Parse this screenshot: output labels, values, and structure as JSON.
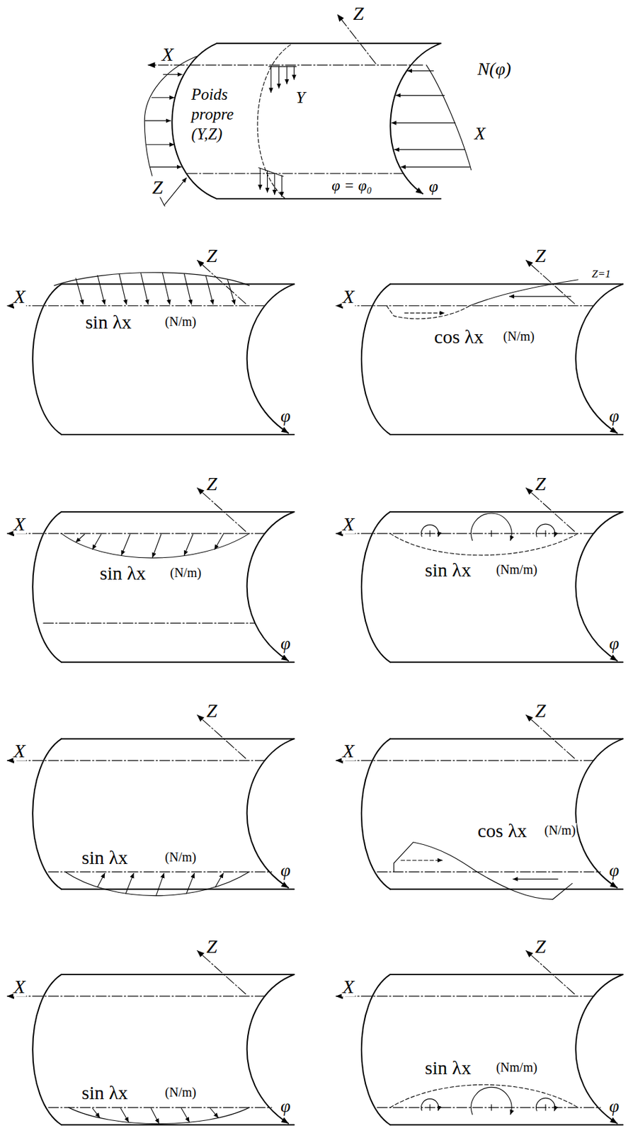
{
  "diagram": {
    "labels": [
      "X",
      "Z",
      "Poids propre (Y,Z)",
      "Y",
      "N(φ)",
      "X",
      "Z",
      "φ = φ₀",
      "φ",
      "X",
      "Z",
      "sin λx",
      "(N/m)",
      "φ",
      "X",
      "Z",
      "Z=1",
      "cos λx",
      "(N/m)",
      "φ",
      "X",
      "Z",
      "sin λx",
      "(N/m)",
      "φ",
      "X",
      "Z",
      "sin λx",
      "(Nm/m)",
      "φ",
      "X",
      "Z",
      "sin λx",
      "(N/m)",
      "φ",
      "X",
      "Z",
      "cos λx",
      "(N/m)",
      "φ",
      "X",
      "Z",
      "sin λx",
      "(N/m)",
      "φ",
      "X",
      "Z",
      "sin λx",
      "(Nm/m)",
      "φ"
    ]
  }
}
